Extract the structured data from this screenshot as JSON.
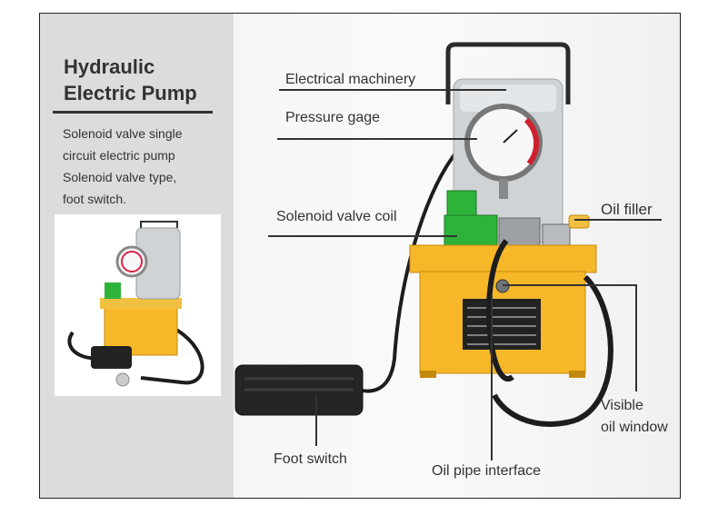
{
  "title_line1": "Hydraulic",
  "title_line2": "Electric Pump",
  "description": [
    "Solenoid valve single",
    "circuit electric pump",
    "Solenoid valve type,",
    "foot switch."
  ],
  "callouts": {
    "electrical_machinery": "Electrical machinery",
    "pressure_gage": "Pressure gage",
    "solenoid_valve_coil": "Solenoid valve coil",
    "oil_filler": "Oil filler",
    "visible_oil_window_line1": "Visible",
    "visible_oil_window_line2": "oil window",
    "foot_switch": "Foot switch",
    "oil_pipe_interface": "Oil pipe interface"
  },
  "colors": {
    "tank": "#f6b828",
    "valve": "#2eb33a",
    "motor": "#cfd3d6",
    "hose": "#1d1d1d"
  }
}
